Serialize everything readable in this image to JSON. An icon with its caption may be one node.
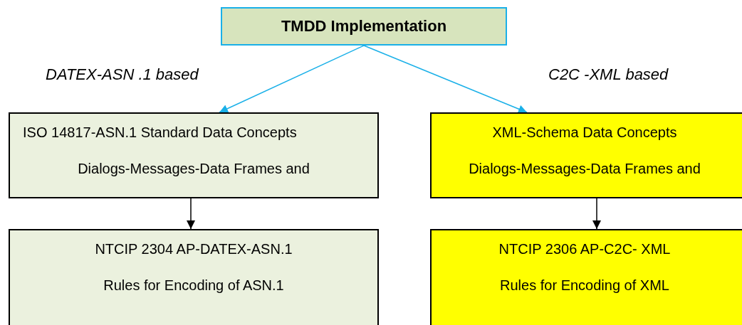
{
  "diagram": {
    "nodes": [
      {
        "text": [
          "TMDD Implementation"
        ]
      },
      {
        "text": [
          "ISO 14817-ASN.1 Standard Data Concepts",
          "Dialogs-Messages-Data Frames and"
        ]
      },
      {
        "text": [
          "XML-Schema Data Concepts",
          "Dialogs-Messages-Data Frames and"
        ]
      },
      {
        "text": [
          "NTCIP 2304 AP-DATEX-ASN.1",
          "Rules for Encoding of ASN.1"
        ]
      },
      {
        "text": [
          "NTCIP 2306 AP-C2C- XML",
          "Rules for Encoding of XML"
        ]
      }
    ],
    "edges": [
      {
        "from": 0,
        "to": 1,
        "arrow": "to",
        "color": "#1ab0e8"
      },
      {
        "from": 0,
        "to": 2,
        "arrow": "to",
        "color": "#1ab0e8"
      },
      {
        "from": 1,
        "to": 3,
        "arrow": "to",
        "color": "#000000"
      },
      {
        "from": 2,
        "to": 4,
        "arrow": "to",
        "color": "#000000"
      }
    ],
    "labels": [
      "DATEX-ASN .1 based",
      "C2C -XML based"
    ]
  }
}
